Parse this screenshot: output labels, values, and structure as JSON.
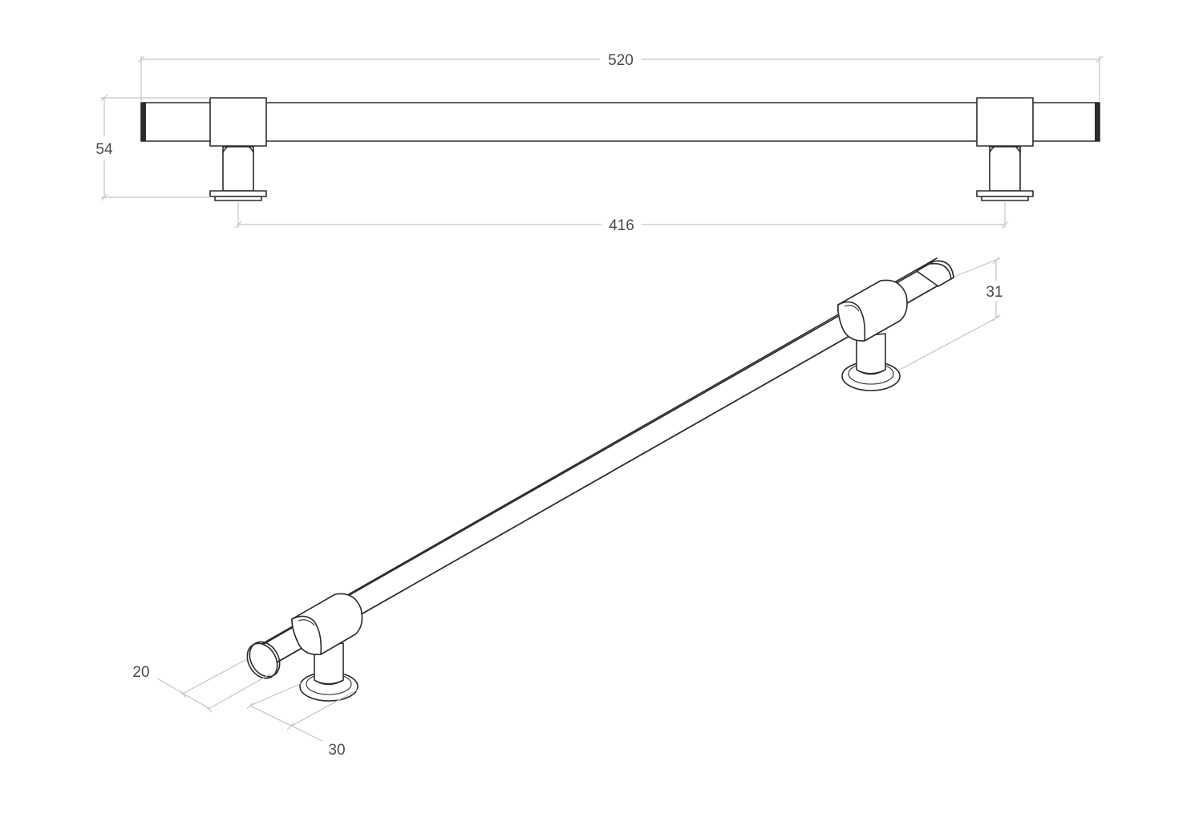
{
  "dimensions": {
    "overall_length": "520",
    "height": "54",
    "hole_spacing": "416",
    "bar_diameter": "31",
    "end_diameter": "20",
    "base_diameter": "30"
  },
  "colors": {
    "outline": "#2b2b2b",
    "dimension_line": "#c4c4c4",
    "dimension_text": "#4a4a4a",
    "background": "#ffffff"
  }
}
